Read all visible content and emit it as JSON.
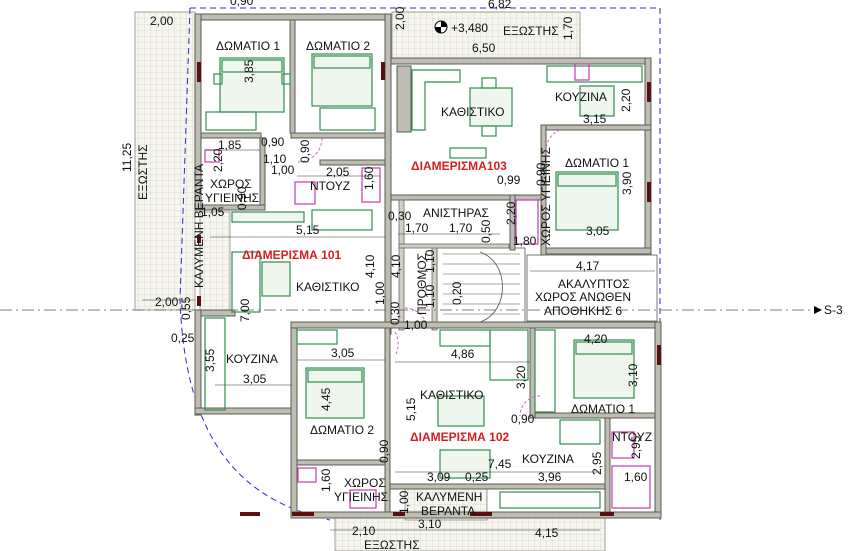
{
  "rooms": {
    "domatio1_top": "ΔΩΜΑΤΙΟ 1",
    "domatio2_top": "ΔΩΜΑΤΙΟ 2",
    "kathistiko_103": "ΚΑΘΙΣΤΙΚΟ",
    "kouzina_103": "ΚΟΥΖΙΝΑ",
    "domatio1_103": "ΔΩΜΑΤΙΟ 1",
    "ntouz_top": "ΝΤΟΥΖ",
    "xoros_1": "ΧΩΡΟΣ",
    "ygieinis_1": "ΥΓΙΕΙΝΗΣ",
    "anistiras": "ΑΝΙΣΤΗΡΑΣ",
    "xoros_ygieinis_vertical": "ΧΩΡΟΣ ΥΓΙΕΙΝΗΣ",
    "kalymmeni_veranta_vertical": "ΚΑΛΥΜΕΝΗ ΒΕΡΑΝΤΑ",
    "kathistiko_101": "ΚΑΘΙΣΤΙΚΟ",
    "prothomos": "ΠΡΟΘΜΟΣ",
    "akalyptos_1": "ΑΚΑΛΥΠΤΟΣ",
    "akalyptos_2": "ΧΩΡΟΣ ΑΝΩΘΕΝ",
    "akalyptos_3": "ΑΠΟΘΗΚΗΣ 6",
    "kouzina_101": "ΚΟΥΖΙΝΑ",
    "kathistiko_102": "ΚΑΘΙΣΤΙΚΟ",
    "domatio1_102": "ΔΩΜΑΤΙΟ 1",
    "domatio2_102": "ΔΩΜΑΤΙΟ 2",
    "kouzina_102": "ΚΟΥΖΙΝΑ",
    "ntouz_102": "ΝΤΟΥΖ",
    "xoros_2": "ΧΩΡΟΣ",
    "ygieinis_2": "ΥΓΙΕΙΝΗΣ",
    "kalymmeni_1": "ΚΑΛΥΜΕΝΗ",
    "veranta_1": "ΒΕΡΑΝΤΑ",
    "exostis_top": "ΕΞΩΣΤΗΣ",
    "exostis_left": "ΕΞΩΣΤΗΣ",
    "exostis_bottom": "ΕΞΩΣΤΗΣ"
  },
  "apartments": {
    "apt101": "ΔΙΑΜΕΡΙΣΜΑ 101",
    "apt102": "ΔΙΑΜΕΡΙΣΜΑ 102",
    "apt103": "ΔΙΑΜΕΡΙΣΜΑ103"
  },
  "level": "+3,480",
  "section_marker": "S-3",
  "dims": {
    "d_2_00_a": "2,00",
    "d_0_90_top": "0,90",
    "d_6_82": "6,82",
    "d_2_00_v": "2,00",
    "d_1_70_v": "1,70",
    "d_6_50": "6,50",
    "d_3_85": "3,85",
    "d_2_20_a": "2,20",
    "d_3_15": "3,15",
    "d_11_25": "11,25",
    "d_1_85": "1,85",
    "d_0_90_b": "0,90",
    "d_1_10": "1,10",
    "d_0_90_c": "0,90",
    "d_2_20_b": "2,20",
    "d_1_00_a": "1,00",
    "d_2_05": "2,05",
    "d_1_60_a": "1,60",
    "d_0_90_d": "0,90",
    "d_0_99": "0,99",
    "d_3_90": "3,90",
    "d_0_90_e": "0,90",
    "d_1_05": "1,05",
    "d_0_30_a": "0,30",
    "d_2_20_c": "2,20",
    "d_1_80": "1,80",
    "d_3_05_a": "3,05",
    "d_5_15_a": "5,15",
    "d_1_70_a": "1,70",
    "d_1_70_b": "1,70",
    "d_0_50": "0,50",
    "d_4_10_a": "4,10",
    "d_4_10_b": "4,10",
    "d_1_10_b": "1,10",
    "d_4_17": "4,17",
    "d_1_00_b": "1,00",
    "d_0_20": "0,20",
    "d_1_10_c": "1,10",
    "d_2_00_b": "2,00",
    "d_0_55": "0,55",
    "d_7_00": "7,00",
    "d_0_30_b": "0,30",
    "d_1_00_c": "1,00",
    "d_0_25_a": "0,25",
    "d_4_86": "4,86",
    "d_4_20": "4,20",
    "d_3_05_b": "3,05",
    "d_3_55": "3,55",
    "d_3_10_a": "3,10",
    "d_3_20": "3,20",
    "d_3_05_c": "3,05",
    "d_4_45": "4,45",
    "d_5_15_b": "5,15",
    "d_0_90_f": "0,90",
    "d_2_95_a": "2,95",
    "d_7_45": "7,45",
    "d_0_90_g": "0,90",
    "d_2_95_b": "2,95",
    "d_3_09": "3,09",
    "d_0_25_b": "0,25",
    "d_3_96": "3,96",
    "d_1_60_b": "1,60",
    "d_1_60_c": "1,60",
    "d_1_00_d": "1,00",
    "d_2_10": "2,10",
    "d_3_10_b": "3,10",
    "d_4_15": "4,15"
  }
}
